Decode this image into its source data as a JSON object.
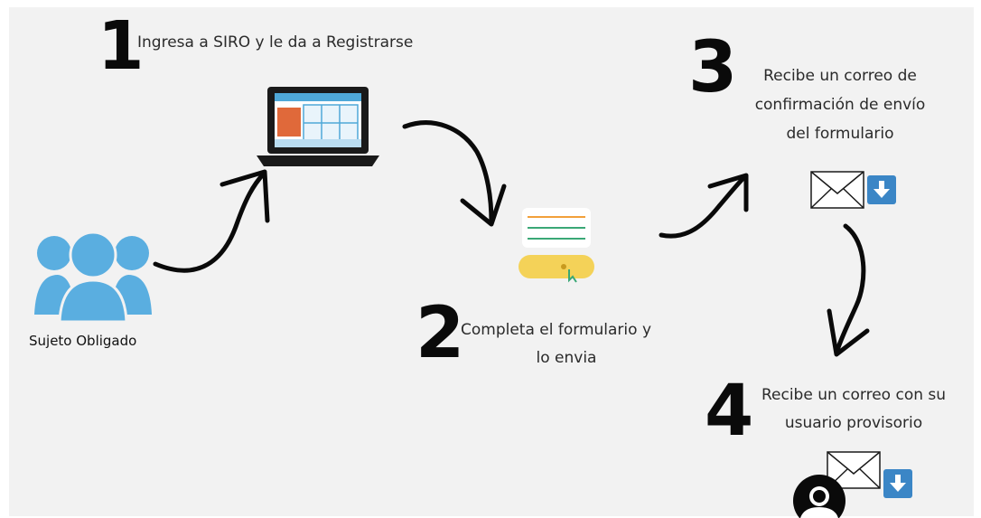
{
  "steps": [
    {
      "number": "1",
      "text": "Ingresa a SIRO y le da a Registrarse"
    },
    {
      "number": "2",
      "text_line1": "Completa el formulario y",
      "text_line2": "lo envia"
    },
    {
      "number": "3",
      "text_line1": "Recibe un correo de",
      "text_line2": "confirmación de envío",
      "text_line3": "del formulario"
    },
    {
      "number": "4",
      "text_line1": "Recibe un correo con su",
      "text_line2": "usuario provisorio"
    }
  ],
  "actor_label": "Sujeto Obligado",
  "icons": {
    "actor": "users-group-icon",
    "laptop": "laptop-icon",
    "form": "form-document-icon",
    "mail_3": "envelope-icon",
    "download_3": "download-icon",
    "mail_4": "envelope-icon",
    "download_4": "download-icon",
    "user": "user-avatar-icon"
  },
  "colors": {
    "background": "#f2f2f2",
    "users_blue": "#5aaee0",
    "download_blue": "#3b86c6",
    "laptop_screen": "#4fa8d8",
    "laptop_body": "#1a1a1a",
    "accent_orange": "#e0693a",
    "form_yellow": "#f4d258",
    "form_green": "#3aa876",
    "form_orange": "#f2a03a"
  }
}
